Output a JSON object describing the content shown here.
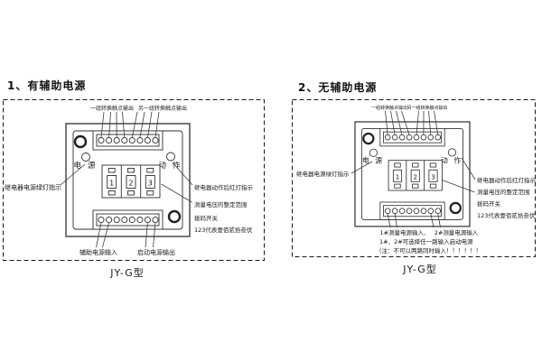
{
  "colors": {
    "line": "#2f2f2f",
    "text": "#1a1a1a",
    "background": "#ffffff"
  },
  "panels": [
    {
      "title": "1、有辅助电源",
      "caption": "JY-G型",
      "top_labels": [
        "一组转换触点输出",
        "另一组转换触点输出"
      ],
      "led_left": "电源",
      "led_right": "动作",
      "callout_left": "继电器电源绿灯指示",
      "callouts_right": [
        "继电器动作后红灯指示",
        "测量电压的整定范围",
        "拨码开关",
        "123代表壹佰贰拾叁伏"
      ],
      "bottom_labels": [
        "辅助电源输入",
        "启动电源输出"
      ],
      "bottom_notes": [],
      "dials": [
        "1",
        "2",
        "3"
      ]
    },
    {
      "title": "2、无辅助电源",
      "caption": "JY-G型",
      "top_labels": [
        "一组转换触点输出",
        "另一组转换触点输出"
      ],
      "led_left": "电源",
      "led_right": "动作",
      "callout_left": "继电器电源绿灯指示",
      "callouts_right": [
        "继电器动作后红灯指示",
        "测量电压的整定范围",
        "拨码开关",
        "123代表壹佰贰拾叁伏"
      ],
      "bottom_labels": [
        "1#测量电源输入、",
        "2#测量电源输入"
      ],
      "bottom_notes": [
        "1#、2#可选择任一路输入启动电源",
        "（注：不可以两路同时输入！！！！！！"
      ],
      "dials": [
        "1",
        "2",
        "3"
      ]
    }
  ]
}
